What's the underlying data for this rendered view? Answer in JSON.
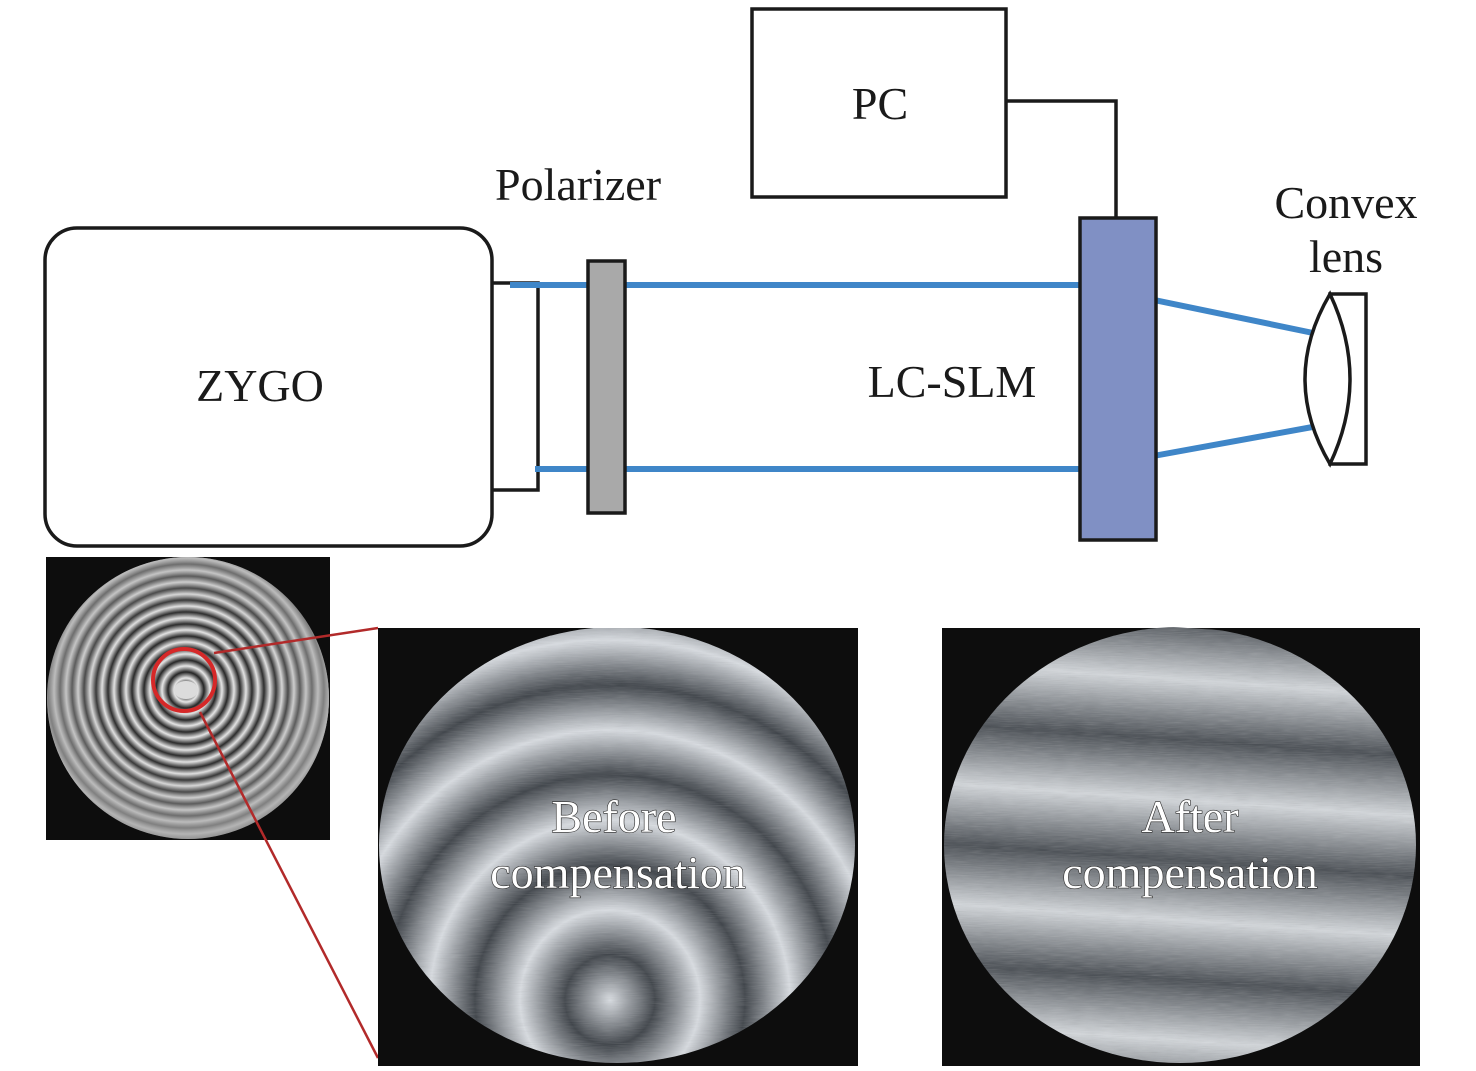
{
  "labels": {
    "pc": "PC",
    "polarizer": "Polarizer",
    "convex_line1": "Convex",
    "convex_line2": "lens",
    "zygo": "ZYGO",
    "lcslm": "LC-SLM",
    "before_line1": "Before",
    "before_line2": "compensation",
    "after_line1": "After",
    "after_line2": "compensation"
  },
  "colors": {
    "beam": "#3f86c8",
    "slm_fill": "#8090c4",
    "polarizer_fill": "#a9a9a9",
    "zoom_line": "#b22a2a",
    "panel_bg": "#0d0d0d",
    "outline": "#1a1a1a"
  }
}
